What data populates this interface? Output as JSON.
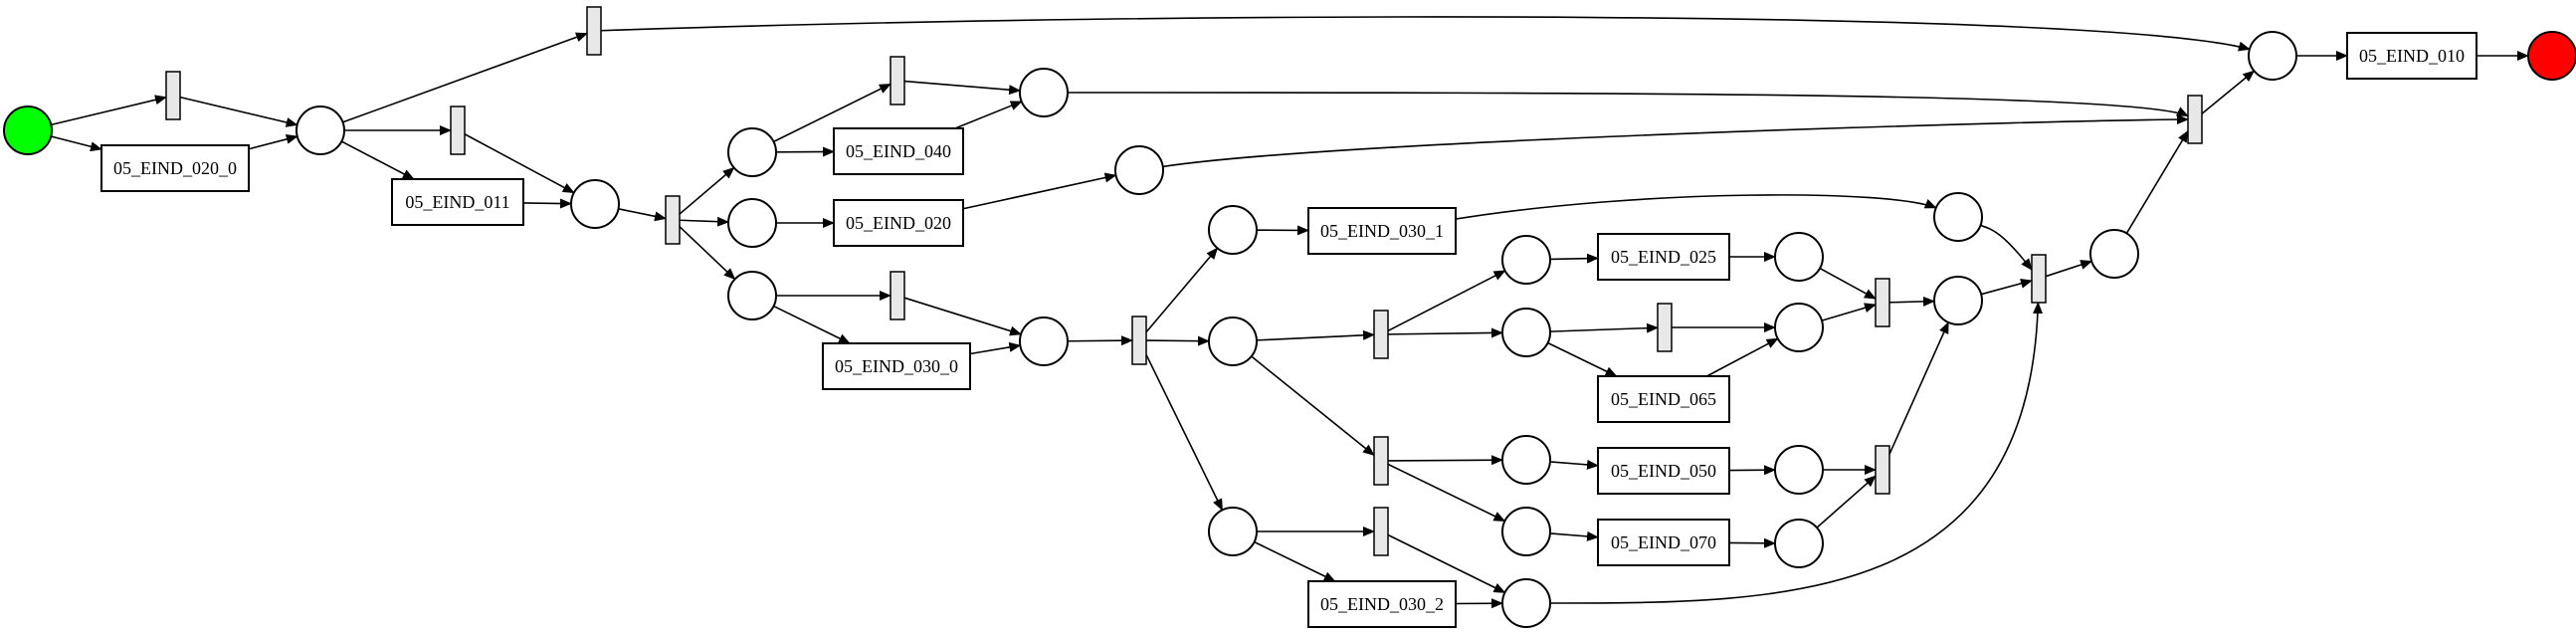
{
  "diagram": {
    "type": "petri-net",
    "colors": {
      "start": "#00ff00",
      "end": "#ff0000",
      "silent": "#e8e8e8",
      "stroke": "#000000"
    },
    "tasks": [
      {
        "id": "t_020_0",
        "label": "05_EIND_020_0"
      },
      {
        "id": "t_011",
        "label": "05_EIND_011"
      },
      {
        "id": "t_040",
        "label": "05_EIND_040"
      },
      {
        "id": "t_020",
        "label": "05_EIND_020"
      },
      {
        "id": "t_030_0",
        "label": "05_EIND_030_0"
      },
      {
        "id": "t_030_1",
        "label": "05_EIND_030_1"
      },
      {
        "id": "t_025",
        "label": "05_EIND_025"
      },
      {
        "id": "t_065",
        "label": "05_EIND_065"
      },
      {
        "id": "t_050",
        "label": "05_EIND_050"
      },
      {
        "id": "t_070",
        "label": "05_EIND_070"
      },
      {
        "id": "t_030_2",
        "label": "05_EIND_030_2"
      },
      {
        "id": "t_010",
        "label": "05_EIND_010"
      }
    ],
    "places": [
      "start",
      "p1",
      "p2",
      "p3",
      "p4",
      "p5",
      "p6",
      "p7",
      "p8",
      "p9",
      "p10",
      "p11",
      "p12",
      "p13",
      "p14",
      "p15",
      "p16",
      "p17",
      "p18",
      "p19",
      "p20",
      "p21",
      "p22",
      "p23",
      "end"
    ],
    "silent_transitions": [
      "s1",
      "s2",
      "s3",
      "s4",
      "s5",
      "s6",
      "s7",
      "s8",
      "s9",
      "s10",
      "s11",
      "s12",
      "s13",
      "s14",
      "s15"
    ],
    "arcs": [
      [
        "start",
        "s1"
      ],
      [
        "start",
        "t_020_0"
      ],
      [
        "s1",
        "p1"
      ],
      [
        "t_020_0",
        "p1"
      ],
      [
        "p1",
        "s2"
      ],
      [
        "p1",
        "s3"
      ],
      [
        "p1",
        "t_011"
      ],
      [
        "s3",
        "p2"
      ],
      [
        "t_011",
        "p2"
      ],
      [
        "s2",
        "p22"
      ],
      [
        "p2",
        "s4"
      ],
      [
        "s4",
        "p3"
      ],
      [
        "s4",
        "p4"
      ],
      [
        "s4",
        "p5"
      ],
      [
        "p3",
        "s5"
      ],
      [
        "p3",
        "t_040"
      ],
      [
        "s5",
        "p6"
      ],
      [
        "t_040",
        "p6"
      ],
      [
        "p4",
        "t_020"
      ],
      [
        "t_020",
        "p7"
      ],
      [
        "p5",
        "s6"
      ],
      [
        "p5",
        "t_030_0"
      ],
      [
        "s6",
        "p8"
      ],
      [
        "t_030_0",
        "p8"
      ],
      [
        "p8",
        "s7"
      ],
      [
        "s7",
        "p9"
      ],
      [
        "s7",
        "p10"
      ],
      [
        "s7",
        "p11"
      ],
      [
        "p9",
        "t_030_1"
      ],
      [
        "t_030_1",
        "p12"
      ],
      [
        "p10",
        "s8"
      ],
      [
        "p10",
        "s9"
      ],
      [
        "s8",
        "p13"
      ],
      [
        "s8",
        "p14"
      ],
      [
        "p13",
        "t_025"
      ],
      [
        "t_025",
        "p15"
      ],
      [
        "p14",
        "s10"
      ],
      [
        "p14",
        "t_065"
      ],
      [
        "s10",
        "p16"
      ],
      [
        "t_065",
        "p16"
      ],
      [
        "p15",
        "s11"
      ],
      [
        "p16",
        "s11"
      ],
      [
        "s11",
        "p17"
      ],
      [
        "s9",
        "p18"
      ],
      [
        "s9",
        "p19"
      ],
      [
        "p18",
        "t_050"
      ],
      [
        "t_050",
        "p20"
      ],
      [
        "p19",
        "t_070"
      ],
      [
        "t_070",
        "p21"
      ],
      [
        "p20",
        "s12"
      ],
      [
        "p21",
        "s12"
      ],
      [
        "s12",
        "p17"
      ],
      [
        "p11",
        "s13"
      ],
      [
        "p11",
        "t_030_2"
      ],
      [
        "s13",
        "p23"
      ],
      [
        "t_030_2",
        "p23"
      ],
      [
        "p12",
        "s14"
      ],
      [
        "p17",
        "s14"
      ],
      [
        "p23",
        "s14"
      ],
      [
        "s14",
        "p24"
      ],
      [
        "p6",
        "s15"
      ],
      [
        "p7",
        "s15"
      ],
      [
        "p24",
        "s15"
      ],
      [
        "s15",
        "p22"
      ],
      [
        "p22",
        "t_010"
      ],
      [
        "t_010",
        "end"
      ]
    ]
  }
}
